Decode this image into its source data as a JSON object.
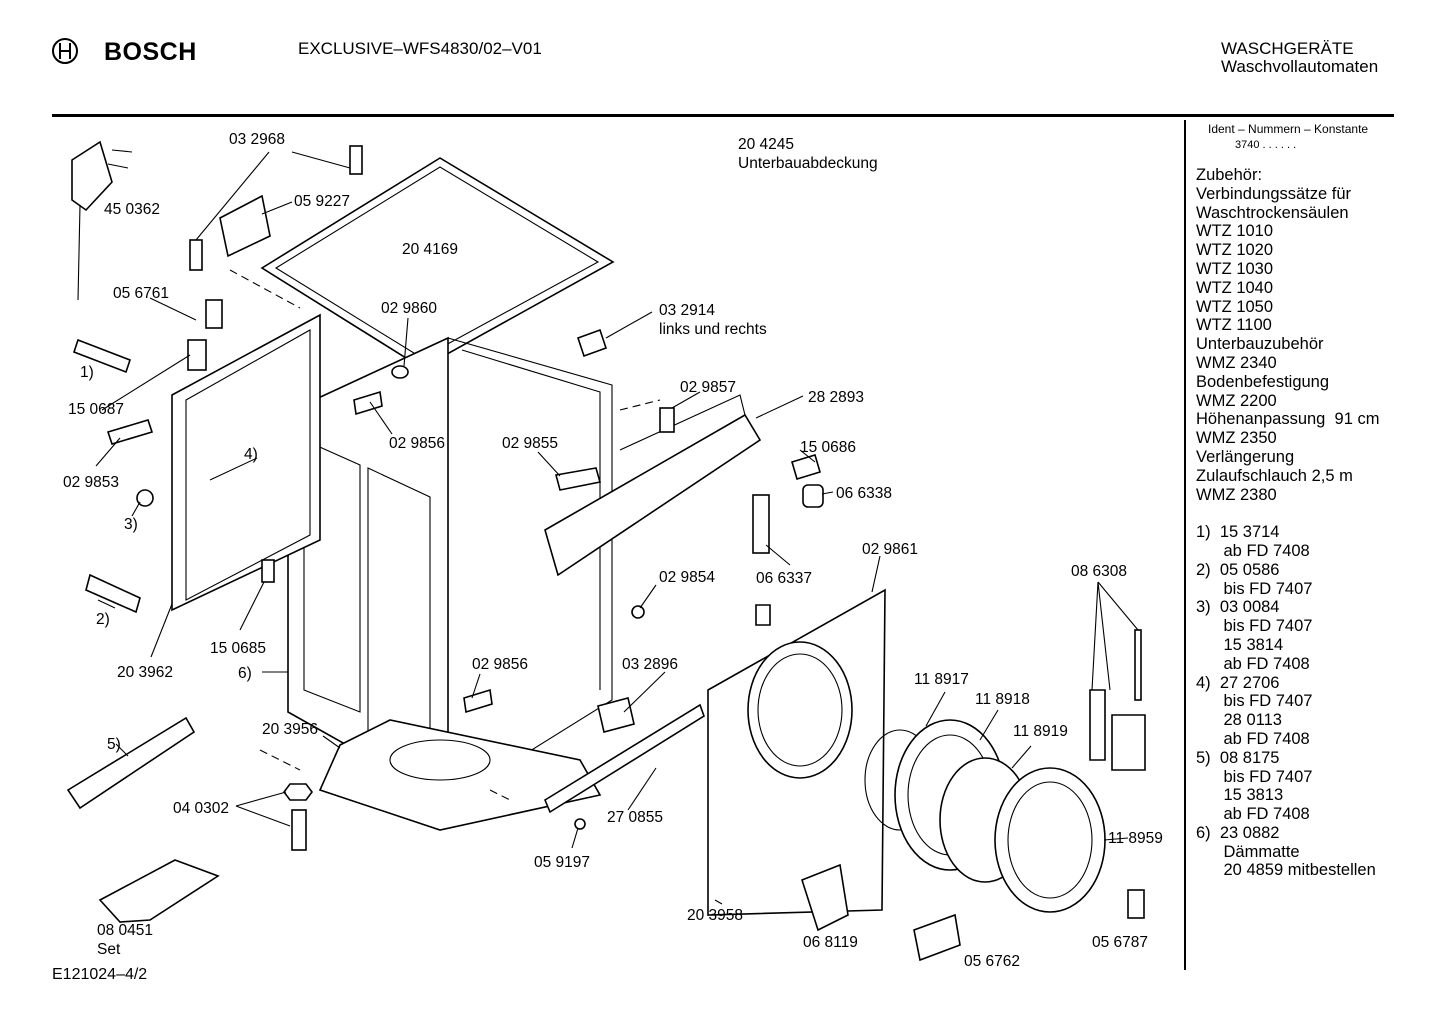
{
  "header": {
    "brand": "BOSCH",
    "model": "EXCLUSIVE–WFS4830/02–V01",
    "category": "WASCHGERÄTE",
    "subcategory": "Waschvollautomaten"
  },
  "ident": {
    "label": "Ident – Nummern – Konstante",
    "value": "3740 . . . . . ."
  },
  "sidebar_lines": [
    "Zubehör:",
    "Verbindungssätze für",
    "Waschtrockensäulen",
    "WTZ 1010",
    "WTZ 1020",
    "WTZ 1030",
    "WTZ 1040",
    "WTZ 1050",
    "WTZ 1100",
    "Unterbauzubehör",
    "WMZ 2340",
    "Bodenbefestigung",
    "WMZ 2200",
    "Höhenanpassung  91 cm",
    "WMZ 2350",
    "Verlängerung",
    "Zulaufschlauch 2,5 m",
    "WMZ 2380",
    "",
    "1)  15 3714",
    "      ab FD 7408",
    "2)  05 0586",
    "      bis FD 7407",
    "3)  03 0084",
    "      bis FD 7407",
    "      15 3814",
    "      ab FD 7408",
    "4)  27 2706",
    "      bis FD 7407",
    "      28 0113",
    "      ab FD 7408",
    "5)  08 8175",
    "      bis FD 7407",
    "      15 3813",
    "      ab FD 7408",
    "6)  23 0882",
    "      Dämmatte",
    "      20 4859 mitbestellen"
  ],
  "footer": "E121024–4/2",
  "labels": {
    "p032968": "03 2968",
    "p204245": "20 4245",
    "p204245b": "Unterbauabdeckung",
    "p450362": "45 0362",
    "p059227": "05 9227",
    "p204169": "20 4169",
    "p056761": "05 6761",
    "p029860": "02 9860",
    "p032914": "03 2914",
    "p032914b": "links und rechts",
    "n1": "1)",
    "p150687": "15 0687",
    "p029857": "02 9857",
    "p282893": "28 2893",
    "n4": "4)",
    "p029856a": "02 9856",
    "p029855": "02 9855",
    "p150686": "15 0686",
    "p029853": "02 9853",
    "p066338": "06 6338",
    "n3": "3)",
    "p066337": "06 6337",
    "p029861": "02 9861",
    "p029854": "02 9854",
    "p086308": "08 6308",
    "n2": "2)",
    "p150685": "15 0685",
    "p203962": "20 3962",
    "n6": "6)",
    "p029856b": "02 9856",
    "p032896": "03 2896",
    "p118917": "11 8917",
    "p118918": "11 8918",
    "p118919": "11 8919",
    "p203956": "20 3956",
    "n5": "5)",
    "p040302": "04 0302",
    "p270855": "27 0855",
    "p118959": "11 8959",
    "p059197": "05 9197",
    "p203958": "20 3958",
    "p080451": "08  0451",
    "p080451b": "Set",
    "p068119": "06 8119",
    "p056762": "05 6762",
    "p056787": "05 6787"
  }
}
